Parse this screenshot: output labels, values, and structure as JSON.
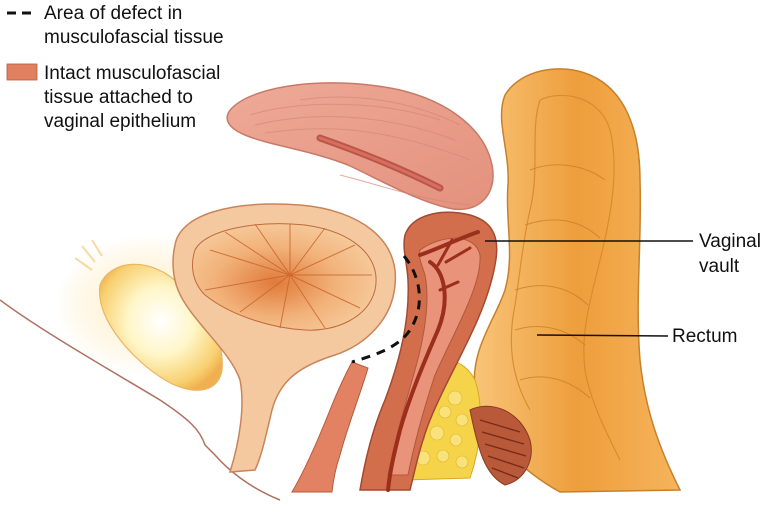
{
  "legend": {
    "items": [
      {
        "key": "dashed",
        "lines": [
          "Area of defect in",
          "musculofascial tissue"
        ]
      },
      {
        "key": "swatch",
        "lines": [
          "Intact musculofascial",
          "tissue attached to",
          "vaginal epithelium"
        ]
      }
    ]
  },
  "callouts": {
    "vaginal_vault": [
      "Vaginal",
      "vault"
    ],
    "rectum": "Rectum"
  },
  "colors": {
    "swatch": "#e08060",
    "dash": "#111111",
    "uterus": "#e9a090",
    "bladder": "#f0b080",
    "rectum": "#f2a850",
    "fat": "#f5d040",
    "pubic_bone": "#fff0b0",
    "wall": "#c4603c"
  }
}
